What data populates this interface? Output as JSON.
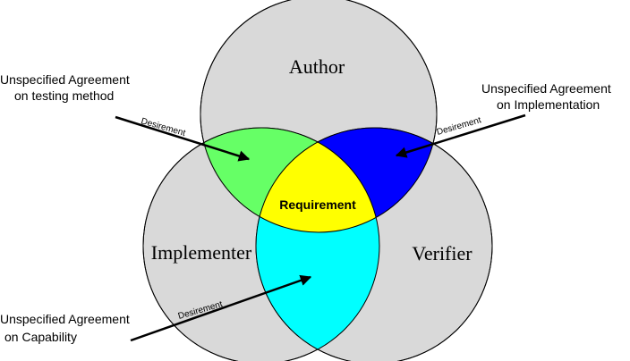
{
  "sets": {
    "author": "Author",
    "implementer": "Implementer",
    "verifier": "Verifier"
  },
  "center_label": "Requirement",
  "desirement_label": "Desirement",
  "callouts": {
    "testing_method": {
      "line1": "Unspecified Agreement",
      "line2": "on testing method"
    },
    "implementation": {
      "line1": "Unspecified Agreement",
      "line2": "on Implementation"
    },
    "capability": {
      "line1": "Unspecified Agreement",
      "line2": "on Capability"
    }
  },
  "colors": {
    "circle_fill": "#d9d9d9",
    "author_implementer": "#66ff66",
    "author_verifier": "#0000ff",
    "implementer_verifier": "#00ffff",
    "all_three": "#ffff00",
    "outline": "#000000"
  }
}
